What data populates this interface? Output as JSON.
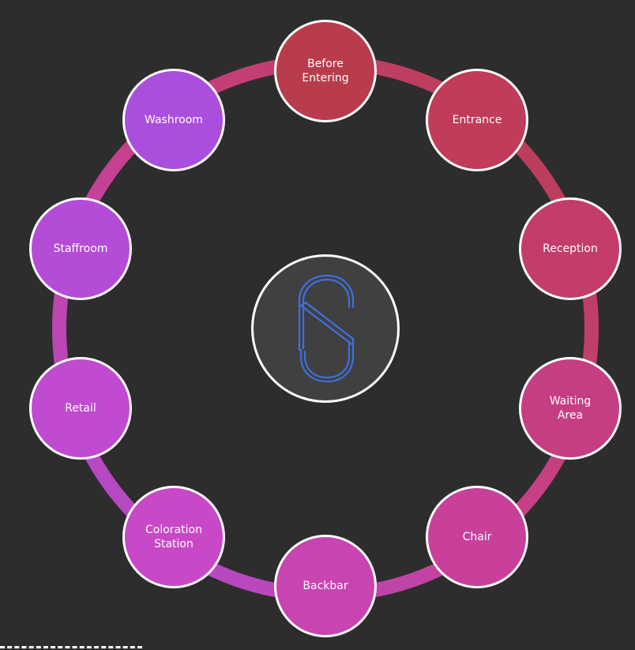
{
  "diagram": {
    "type": "cycle",
    "ring_gradient": {
      "start_color": "#b83c4a",
      "mid_color": "#c8408a",
      "end_color": "#b04cdc"
    },
    "center": {
      "logo_icon": "s-monogram-logo",
      "logo_color": "#3f6fe0"
    },
    "nodes": [
      {
        "id": "before-entering",
        "label": "Before\nEntering",
        "color": "#b83c4c"
      },
      {
        "id": "entrance",
        "label": "Entrance",
        "color": "#c03c58"
      },
      {
        "id": "reception",
        "label": "Reception",
        "color": "#c43c6c"
      },
      {
        "id": "waiting-area",
        "label": "Waiting\nArea",
        "color": "#c63e82"
      },
      {
        "id": "chair",
        "label": "Chair",
        "color": "#c8409a"
      },
      {
        "id": "backbar",
        "label": "Backbar",
        "color": "#c844b0"
      },
      {
        "id": "coloration-station",
        "label": "Coloration\nStation",
        "color": "#c848c8"
      },
      {
        "id": "retail",
        "label": "Retail",
        "color": "#c04ad0"
      },
      {
        "id": "staffroom",
        "label": "Staffroom",
        "color": "#b44cd8"
      },
      {
        "id": "washroom",
        "label": "Washroom",
        "color": "#aa4ede"
      }
    ]
  }
}
